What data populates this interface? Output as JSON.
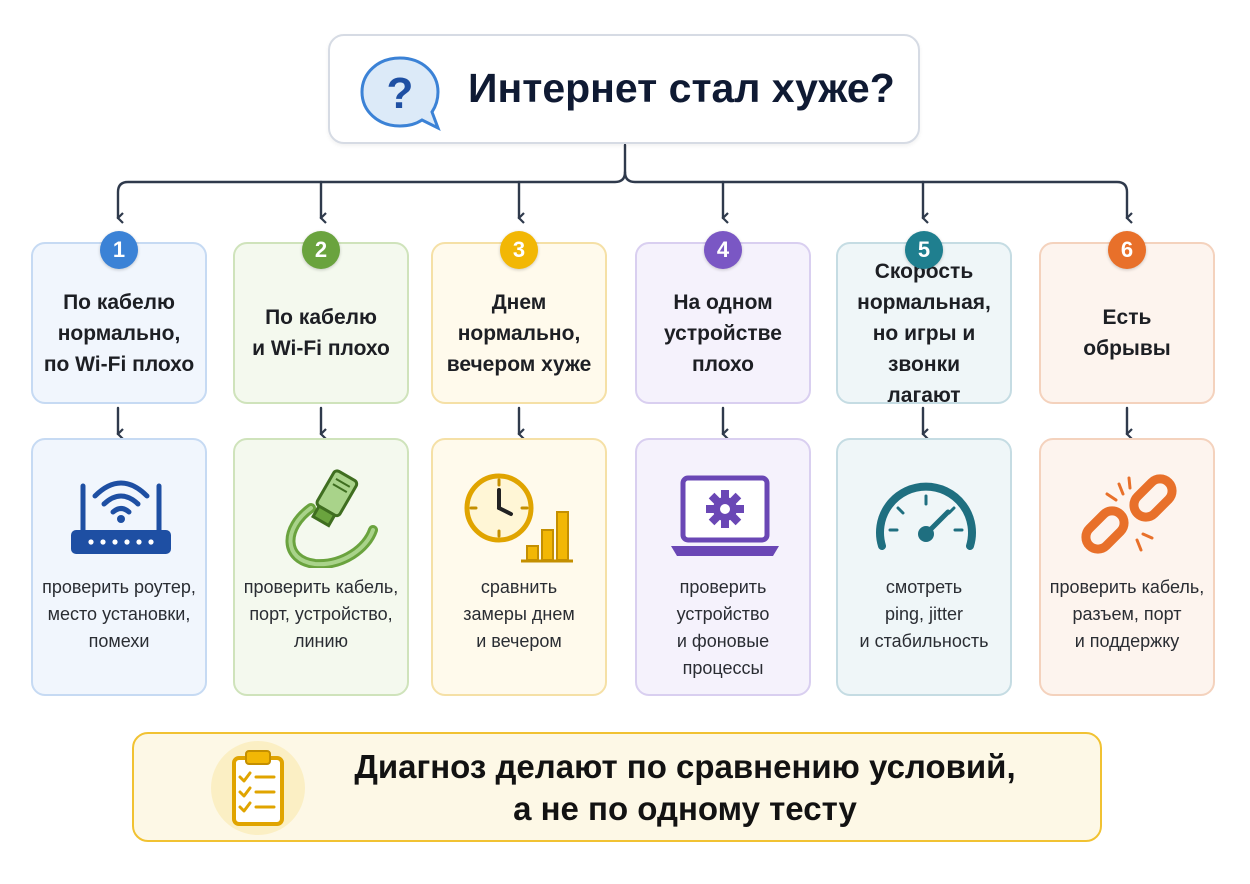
{
  "title": "Интернет стал хуже?",
  "cards": [
    {
      "num": "1",
      "color": "#3b82d6",
      "bg": "#f1f6fd",
      "border": "#c6daf3",
      "condition": "По кабелю\nнормально,\nпо Wi-Fi плохо",
      "icon": "wifi-router-icon",
      "action": "проверить роутер,\nместо установки,\nпомехи"
    },
    {
      "num": "2",
      "color": "#6aa33e",
      "bg": "#f4f9ee",
      "border": "#cfe3bb",
      "condition": "По кабелю\nи Wi-Fi плохо",
      "icon": "ethernet-cable-icon",
      "action": "проверить кабель,\nпорт, устройство,\nлинию"
    },
    {
      "num": "3",
      "color": "#f2b705",
      "bg": "#fffaec",
      "border": "#f5e0a6",
      "condition": "Днем\nнормально,\nвечером хуже",
      "icon": "clock-bar-chart-icon",
      "action": "сравнить\nзамеры днем\nи вечером"
    },
    {
      "num": "4",
      "color": "#7a57c4",
      "bg": "#f5f2fc",
      "border": "#d9cff0",
      "condition": "На одном\nустройстве\nплохо",
      "icon": "laptop-gear-icon",
      "action": "проверить\nустройство\nи фоновые\nпроцессы"
    },
    {
      "num": "5",
      "color": "#1f7f8f",
      "bg": "#eff6f8",
      "border": "#c5dce3",
      "condition": "Скорость\nнормальная,\nно игры и звонки\nлагают",
      "icon": "speedometer-icon",
      "action": "смотреть\nping, jitter\nи стабильность"
    },
    {
      "num": "6",
      "color": "#e8702a",
      "bg": "#fdf4ee",
      "border": "#f4d2bd",
      "condition": "Есть\nобрывы",
      "icon": "broken-chain-link-icon",
      "action": "проверить кабель,\nразъем, порт\nи поддержку"
    }
  ],
  "footer": {
    "icon": "clipboard-checklist-icon",
    "text": "Диагноз делают по сравнению условий,\nа не по одному тесту"
  }
}
